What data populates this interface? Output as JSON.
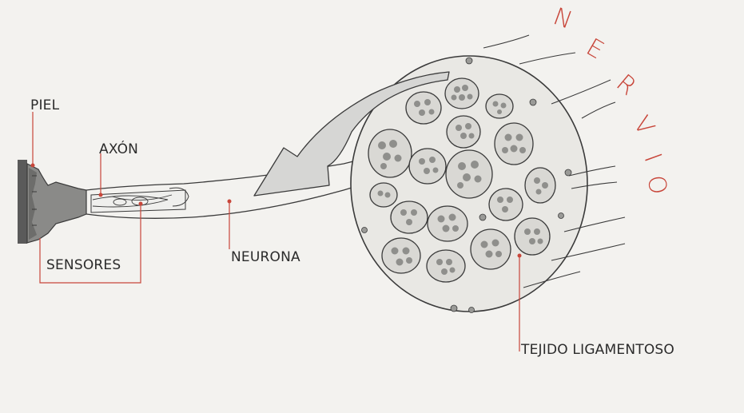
{
  "title": {
    "letters": [
      "N",
      "E",
      "R",
      "V",
      "I",
      "O"
    ],
    "color": "#c8463a"
  },
  "labels": {
    "piel": "PIEL",
    "axon": "AXÓN",
    "sensores": "SENSORES",
    "neurona": "NEURONA",
    "tejido": "TEJIDO LIGAMENTOSO"
  },
  "colors": {
    "leader_lines": "#c8463a",
    "ink": "#3a3a3a",
    "arrow_fill": "#d6d6d4",
    "nerve_fill": "#e9e8e4"
  }
}
